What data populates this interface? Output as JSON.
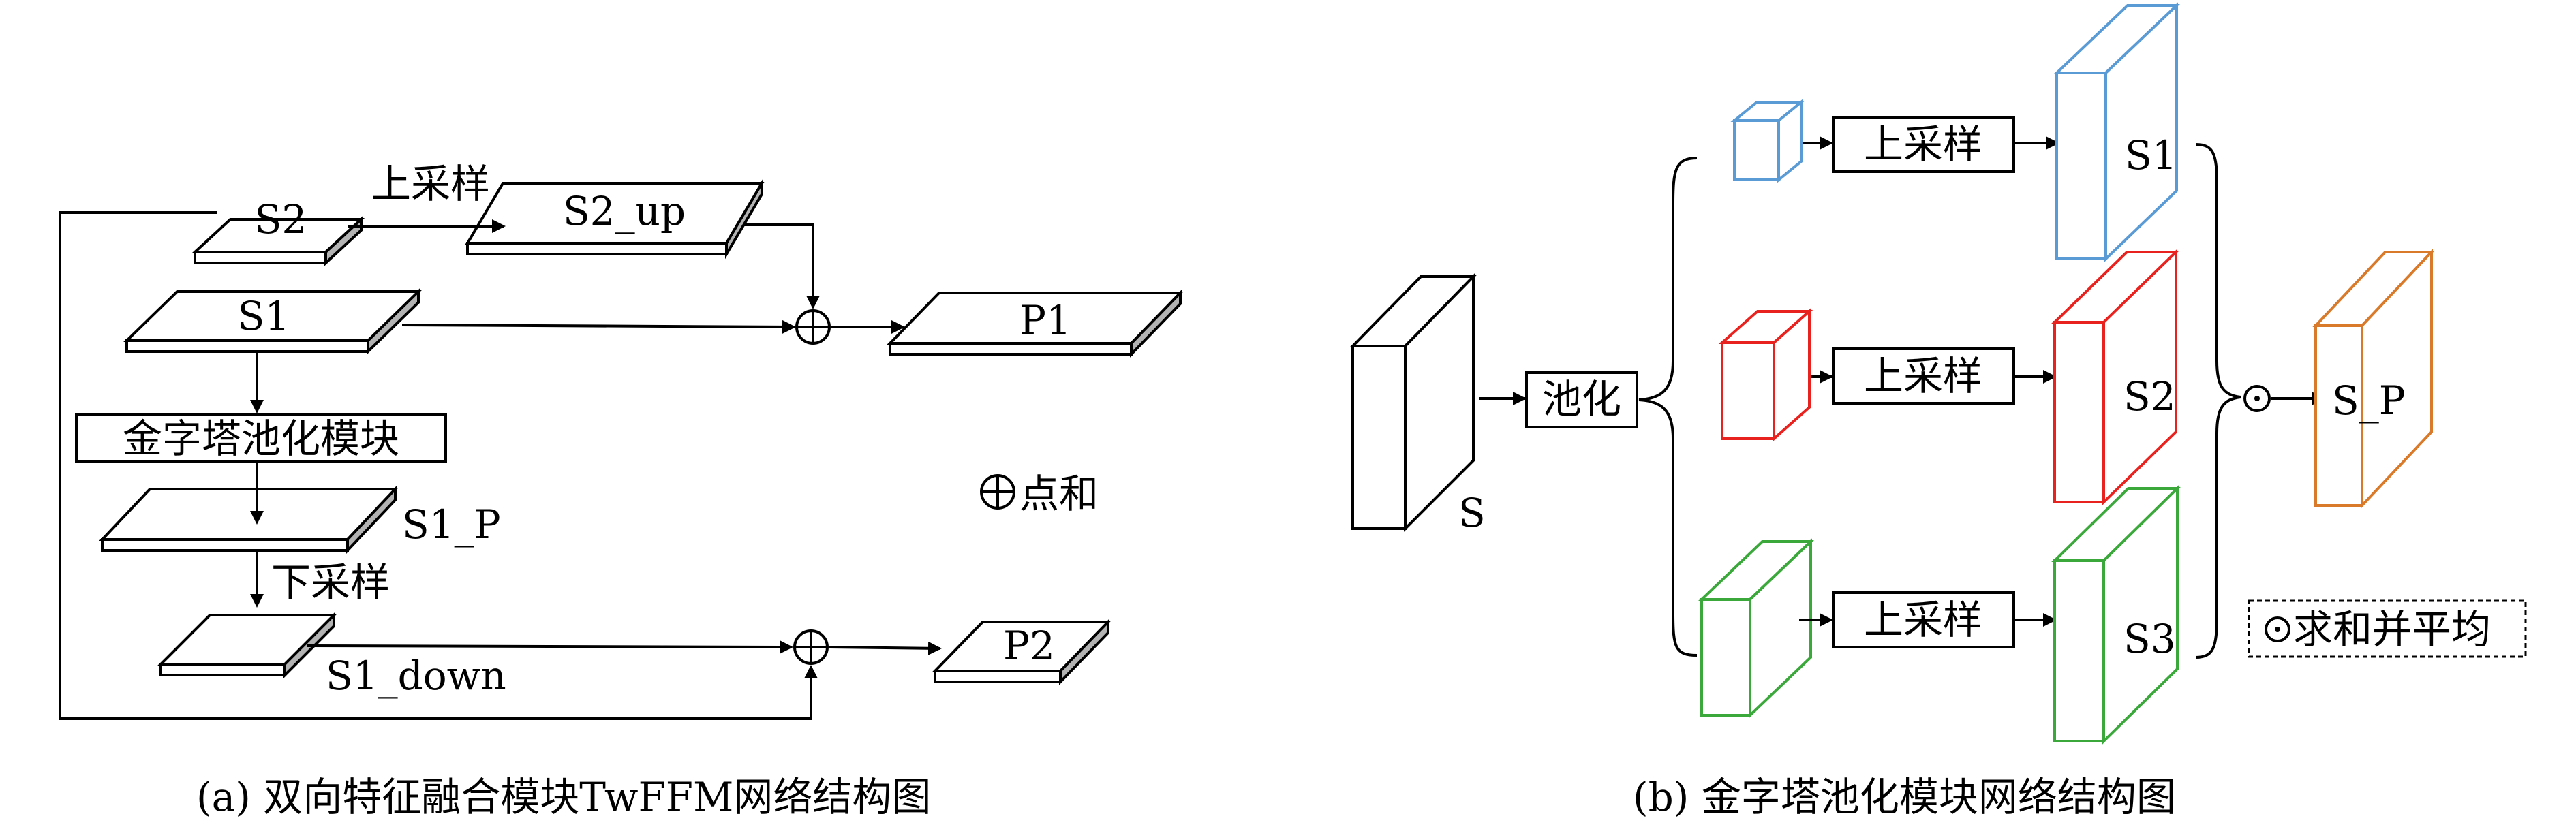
{
  "panel_a": {
    "caption": "(a) 双向特征融合模块TwFFM网络结构图",
    "nodes": {
      "s2": "S2",
      "s2_up": "S2_up",
      "s1": "S1",
      "p1": "P1",
      "pyramid_module": "金字塔池化模块",
      "s1_p": "S1_P",
      "s1_down": "S1_down",
      "p2": "P2"
    },
    "edge_labels": {
      "upsample": "上采样",
      "downsample": "下采样"
    },
    "legend": {
      "symbol": "⊕",
      "text": "点和"
    },
    "sum_symbol": "⊕"
  },
  "panel_b": {
    "caption": "(b) 金字塔池化模块网络结构图",
    "input": "S",
    "pooling": "池化",
    "branches": [
      {
        "upsample": "上采样",
        "output": "S1",
        "color": "#5b9bd5"
      },
      {
        "upsample": "上采样",
        "output": "S2",
        "color": "#e8231f"
      },
      {
        "upsample": "上采样",
        "output": "S3",
        "color": "#3aa83a"
      }
    ],
    "output": {
      "label": "S_P",
      "color": "#d97a2b"
    },
    "avg_symbol": "⊙",
    "legend": {
      "symbol": "⊙",
      "text": "求和并平均"
    }
  }
}
